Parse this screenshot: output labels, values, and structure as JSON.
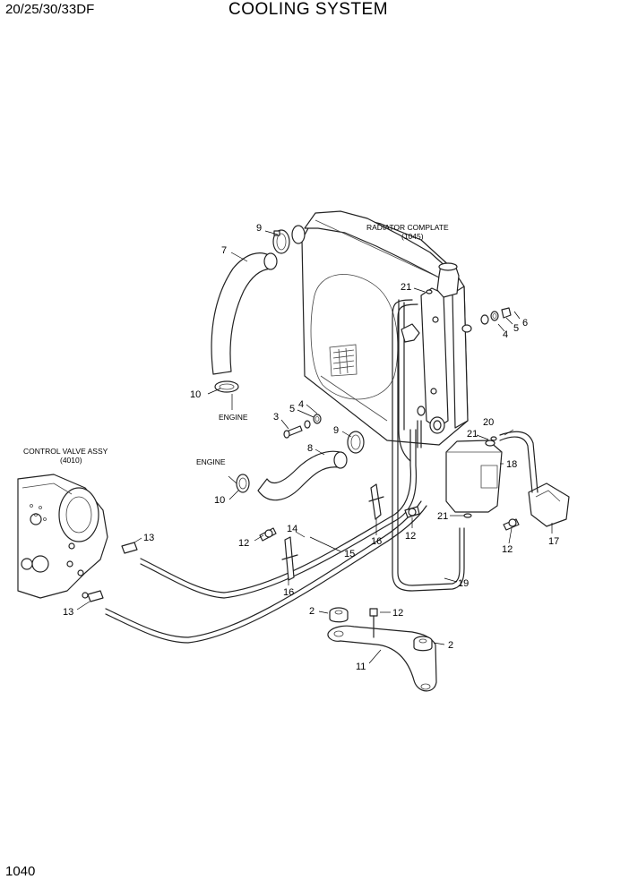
{
  "header": {
    "model": "20/25/30/33DF",
    "title": "COOLING SYSTEM"
  },
  "page_number": "1040",
  "labels": {
    "radiator_title": "RADIATOR COMPLATE",
    "radiator_ref": "(1045)",
    "control_valve_title": "CONTROL VALVE ASSY",
    "control_valve_ref": "(4010)",
    "engine_upper": "ENGINE",
    "engine_lower": "ENGINE"
  },
  "callouts": {
    "c2a": "2",
    "c2b": "2",
    "c3": "3",
    "c4a": "4",
    "c4b": "4",
    "c5a": "5",
    "c5b": "5",
    "c6": "6",
    "c7": "7",
    "c8": "8",
    "c9a": "9",
    "c9b": "9",
    "c10a": "10",
    "c10b": "10",
    "c11": "11",
    "c12a": "12",
    "c12b": "12",
    "c12c": "12",
    "c12d": "12",
    "c13a": "13",
    "c13b": "13",
    "c14": "14",
    "c15": "15",
    "c16a": "16",
    "c16b": "16",
    "c17": "17",
    "c18": "18",
    "c19": "19",
    "c20": "20",
    "c21a": "21",
    "c21b": "21",
    "c21c": "21"
  }
}
